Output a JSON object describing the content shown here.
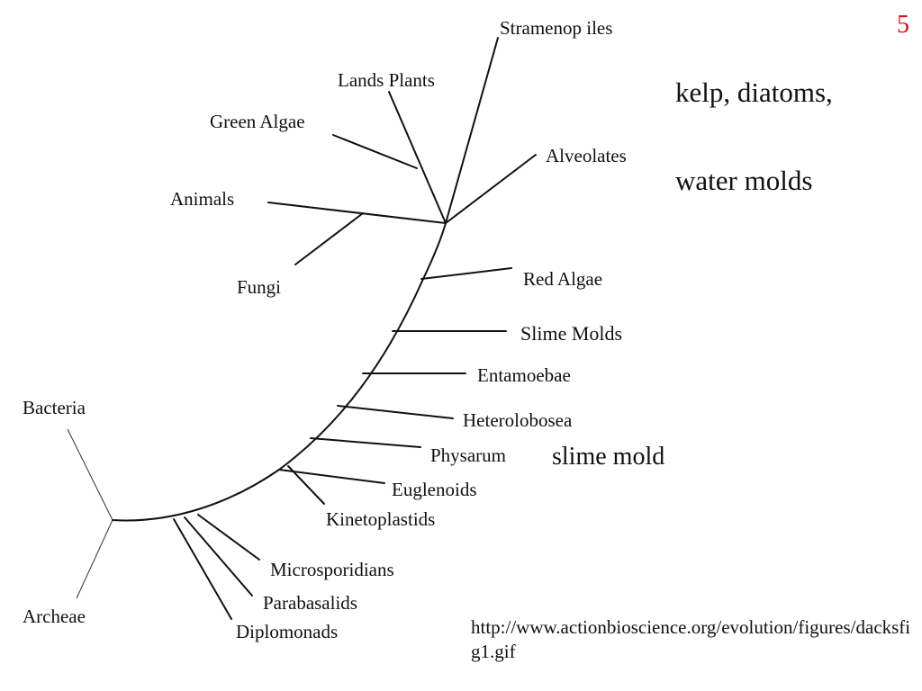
{
  "slide_number": "5",
  "slide_number_color": "#d01010",
  "annotations": {
    "kelp_line1": "kelp, diatoms,",
    "kelp_line2": "water molds",
    "slime_mold": "slime mold"
  },
  "source_url": "http://www.actionbioscience.org/evolution/figures/dacksfig1.gif",
  "taxa": {
    "stramenopiles": "Stramenop iles",
    "lands_plants": "Lands Plants",
    "green_algae": "Green Algae",
    "alveolates": "Alveolates",
    "animals": "Animals",
    "fungi": "Fungi",
    "red_algae": "Red Algae",
    "slime_molds": "Slime Molds",
    "entamoebae": "Entamoebae",
    "heterolobosea": "Heterolobosea",
    "physarum": "Physarum",
    "euglenoids": "Euglenoids",
    "kinetoplastids": "Kinetoplastids",
    "bacteria": "Bacteria",
    "microsporidians": "Microsporidians",
    "parabasalids": "Parabasalids",
    "archeae": "Archeae",
    "diplomonads": "Diplomonads"
  }
}
